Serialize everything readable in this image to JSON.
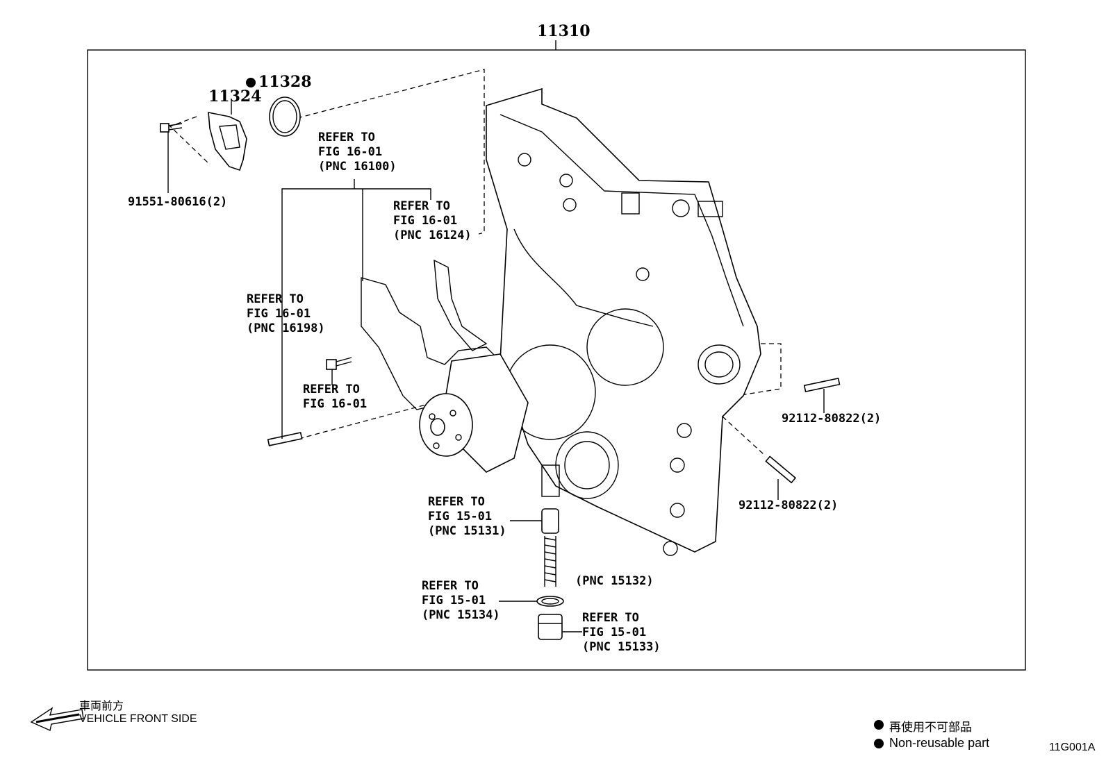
{
  "assembly_pnc": "11310",
  "parts": {
    "p11328": "11328",
    "p11324": "11324",
    "bolt": "91551-80616(2)",
    "stud_upper": "92112-80822(2)",
    "stud_lower": "92112-80822(2)"
  },
  "refs": {
    "r16100": {
      "l1": "REFER TO",
      "l2": "FIG 16-01",
      "l3": "(PNC 16100)"
    },
    "r16124": {
      "l1": "REFER TO",
      "l2": "FIG 16-01",
      "l3": "(PNC 16124)"
    },
    "r16198": {
      "l1": "REFER TO",
      "l2": "FIG 16-01",
      "l3": "(PNC 16198)"
    },
    "rbolt": {
      "l1": "REFER TO",
      "l2": "FIG 16-01"
    },
    "r15131": {
      "l1": "REFER TO",
      "l2": "FIG 15-01",
      "l3": "(PNC 15131)"
    },
    "r15132": {
      "l1": "(PNC 15132)"
    },
    "r15134": {
      "l1": "REFER TO",
      "l2": "FIG 15-01",
      "l3": "(PNC 15134)"
    },
    "r15133": {
      "l1": "REFER TO",
      "l2": "FIG 15-01",
      "l3": "(PNC 15133)"
    }
  },
  "direction": {
    "jp": "車両前方",
    "en": "VEHICLE FRONT SIDE"
  },
  "legend": {
    "jp": "再使用不可部品",
    "en": "Non-reusable part"
  },
  "figure_code": "11G001A"
}
